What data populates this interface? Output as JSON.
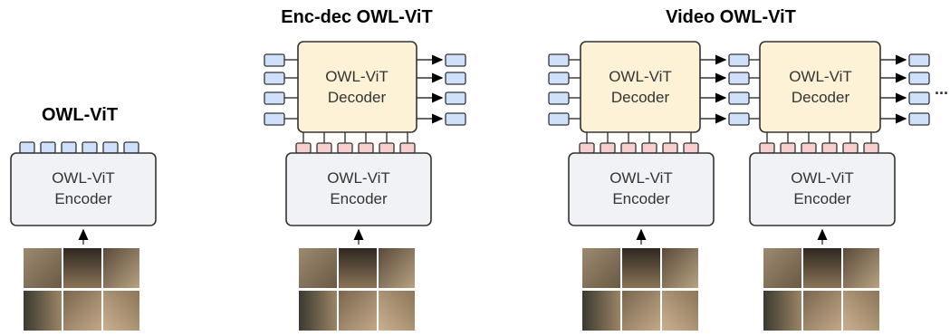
{
  "panels": {
    "owl_vit": {
      "title": "OWL-ViT",
      "encoder_label": [
        "OWL-ViT",
        "Encoder"
      ]
    },
    "enc_dec": {
      "title": "Enc-dec OWL-ViT",
      "encoder_label": [
        "OWL-ViT",
        "Encoder"
      ],
      "decoder_label": [
        "OWL-ViT",
        "Decoder"
      ]
    },
    "video": {
      "title": "Video OWL-ViT",
      "encoder_label": [
        "OWL-ViT",
        "Encoder"
      ],
      "decoder_label": [
        "OWL-ViT",
        "Decoder"
      ],
      "ellipsis": "..."
    }
  },
  "colors": {
    "encoder_fill": "#f0f2f5",
    "decoder_fill": "#fdf2d6",
    "output_token": "#cfe0fb",
    "feature_token": "#f8cfcf",
    "image_tiles": [
      "#8a7a62",
      "#3e3428",
      "#a08c70",
      "#7a6a52",
      "#4a3e30",
      "#b39c7c"
    ]
  },
  "image_patches": "3x2 grid of photo patches (deer in a forest)"
}
